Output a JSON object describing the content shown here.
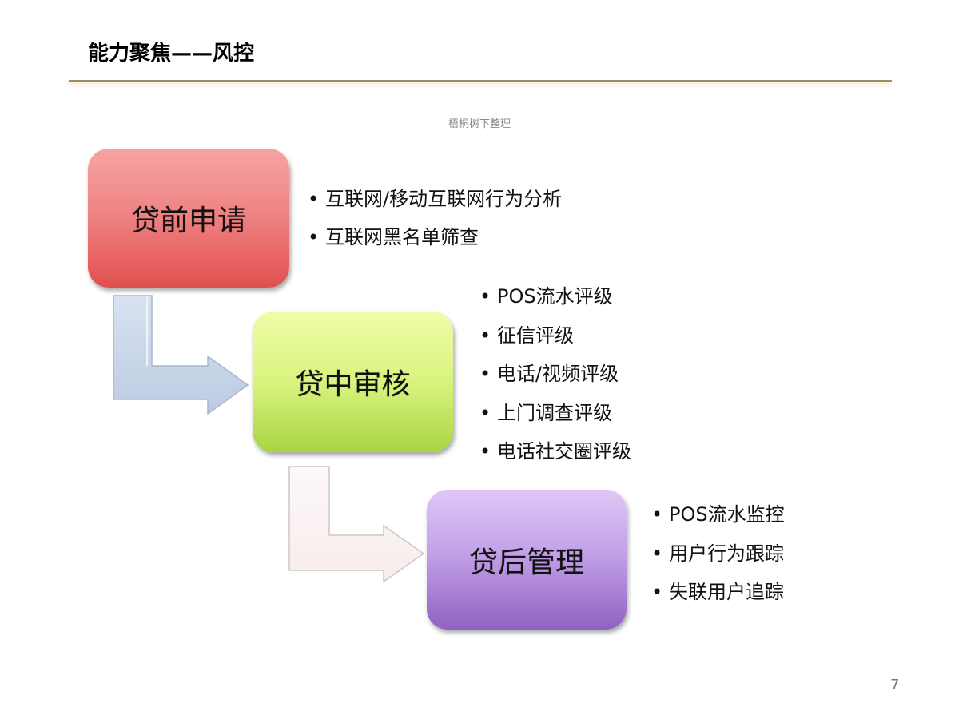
{
  "slide": {
    "title": "能力聚焦——风控",
    "credit": "梧桐树下整理",
    "page_number": "7"
  },
  "stages": [
    {
      "label": "贷前申请",
      "color": "#ef8585",
      "items": [
        "互联网/移动互联网行为分析",
        "互联网黑名单筛查"
      ]
    },
    {
      "label": "贷中审核",
      "color": "#d9f47e",
      "items": [
        "POS流水评级",
        "征信评级",
        "电话/视频评级",
        "上门调查评级",
        "电话社交圈评级"
      ]
    },
    {
      "label": "贷后管理",
      "color": "#c3a1e8",
      "items": [
        "POS流水监控",
        "用户行为跟踪",
        "失联用户追踪"
      ]
    }
  ],
  "arrows": [
    {
      "from": "贷前申请",
      "to": "贷中审核",
      "color": "#c9d6ea"
    },
    {
      "from": "贷中审核",
      "to": "贷后管理",
      "color": "#fbf1f1"
    }
  ]
}
